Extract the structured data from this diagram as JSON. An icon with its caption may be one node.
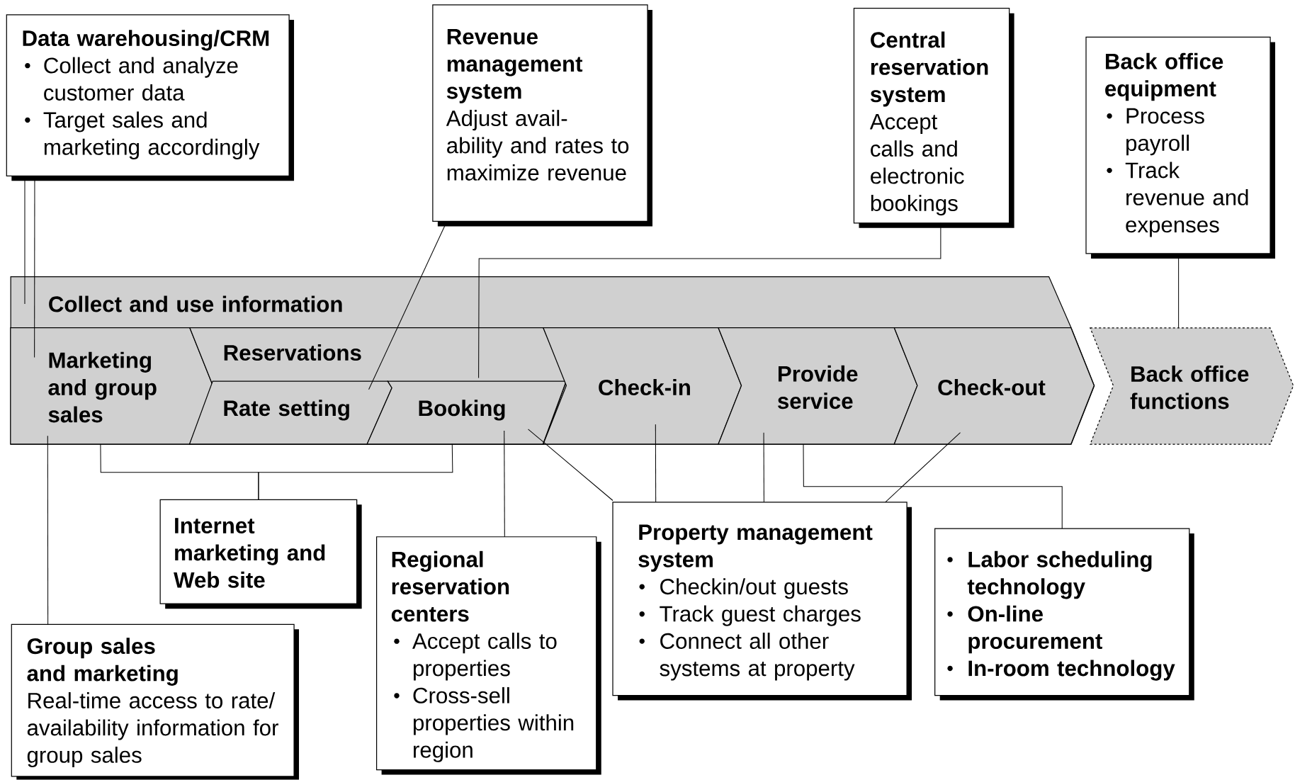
{
  "diagram": {
    "nodes": [
      {
        "text": [
          "Collect and use information"
        ]
      },
      {
        "text": [
          "Marketing and group sales"
        ],
        "in": 0
      },
      {
        "text": [
          "Reservations"
        ],
        "in": 0
      },
      {
        "text": [
          "Rate setting"
        ],
        "in": 2
      },
      {
        "text": [
          "Booking"
        ],
        "in": 2
      },
      {
        "text": [
          "Check-in"
        ],
        "in": 0
      },
      {
        "text": [
          "Provide service"
        ],
        "in": 0
      },
      {
        "text": [
          "Check-out"
        ],
        "in": 0
      },
      {
        "text": [
          "Back office functions"
        ]
      },
      {
        "text": [
          "Data warehousing/CRM",
          "Collect and analyze customer data",
          "Target sales and marketing accordingly"
        ]
      },
      {
        "text": [
          "Revenue management system",
          "Adjust avail-ability and rates to maximize revenue"
        ]
      },
      {
        "text": [
          "Central reservation system",
          "Accept calls and electronic bookings"
        ]
      },
      {
        "text": [
          "Back office equipment",
          "Process payroll",
          "Track revenue and expenses"
        ]
      },
      {
        "text": [
          "Internet marketing and Web site"
        ]
      },
      {
        "text": [
          "Group sales and marketing",
          "Real-time access to rate/ availability information for group sales"
        ]
      },
      {
        "text": [
          "Regional reservation centers",
          "Accept calls to properties",
          "Cross-sell properties within region"
        ]
      },
      {
        "text": [
          "Property management system",
          "Checkin/out guests",
          "Track guest charges",
          "Connect all other systems at property"
        ]
      },
      {
        "text": [
          "Labor scheduling technology",
          "On-line procurement",
          "In-room technology"
        ]
      }
    ],
    "edges": [
      {
        "from": 9,
        "to": 0,
        "arrow": "none"
      },
      {
        "from": 9,
        "to": 1,
        "arrow": "none"
      },
      {
        "from": 10,
        "to": 3,
        "arrow": "none"
      },
      {
        "from": 11,
        "to": 4,
        "arrow": "none"
      },
      {
        "from": 12,
        "to": 8,
        "arrow": "none"
      },
      {
        "from": 13,
        "to": 1,
        "arrow": "none"
      },
      {
        "from": 13,
        "to": 4,
        "arrow": "none"
      },
      {
        "from": 14,
        "to": 1,
        "arrow": "none"
      },
      {
        "from": 15,
        "to": 4,
        "arrow": "none"
      },
      {
        "from": 16,
        "to": 4,
        "arrow": "none"
      },
      {
        "from": 16,
        "to": 5,
        "arrow": "none"
      },
      {
        "from": 16,
        "to": 6,
        "arrow": "none"
      },
      {
        "from": 16,
        "to": 7,
        "arrow": "none"
      },
      {
        "from": 17,
        "to": 6,
        "arrow": "none"
      }
    ]
  }
}
